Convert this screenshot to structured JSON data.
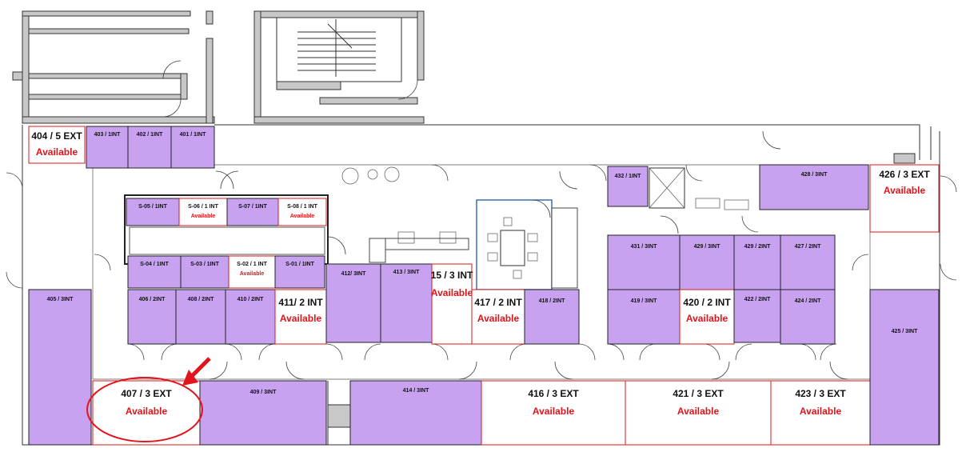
{
  "colors": {
    "occupied": "#c8a2f0",
    "available_outline": "#d81818",
    "available_text": "#e0141a",
    "highlight": "#e0141a"
  },
  "rooms": [
    {
      "label": "404 / 5 EXT",
      "status": "Available"
    },
    {
      "label": "403 / 1INT",
      "status": ""
    },
    {
      "label": "402 / 1INT",
      "status": ""
    },
    {
      "label": "401 / 1INT",
      "status": ""
    },
    {
      "label": "S-05 / 1INT",
      "status": ""
    },
    {
      "label": "S-06 / 1 INT",
      "status": "Available"
    },
    {
      "label": "S-07 / 1INT",
      "status": ""
    },
    {
      "label": "S-08 / 1 INT",
      "status": "Available"
    },
    {
      "label": "S-04 / 1INT",
      "status": ""
    },
    {
      "label": "S-03 / 1INT",
      "status": ""
    },
    {
      "label": "S-02 / 1 INT",
      "status": "Available"
    },
    {
      "label": "S-01 / 1INT",
      "status": ""
    },
    {
      "label": "406 / 2INT",
      "status": ""
    },
    {
      "label": "408 / 2INT",
      "status": ""
    },
    {
      "label": "410 / 2INT",
      "status": ""
    },
    {
      "label": "411/ 2 INT",
      "status": "Available"
    },
    {
      "label": "412/ 3INT",
      "status": ""
    },
    {
      "label": "413 / 3INT",
      "status": ""
    },
    {
      "label": "15 / 3 INT",
      "status": "Available"
    },
    {
      "label": "417 / 2 INT",
      "status": "Available"
    },
    {
      "label": "418 / 2INT",
      "status": ""
    },
    {
      "label": "405 / 3INT",
      "status": ""
    },
    {
      "label": "407 / 3 EXT",
      "status": "Available"
    },
    {
      "label": "409 / 3INT",
      "status": ""
    },
    {
      "label": "414 / 3INT",
      "status": ""
    },
    {
      "label": "416 / 3 EXT",
      "status": "Available"
    },
    {
      "label": "421 / 3 EXT",
      "status": "Available"
    },
    {
      "label": "423 / 3 EXT",
      "status": "Available"
    },
    {
      "label": "432 / 1INT",
      "status": ""
    },
    {
      "label": "428 / 3INT",
      "status": ""
    },
    {
      "label": "426 / 3 EXT",
      "status": "Available"
    },
    {
      "label": "431 / 3INT",
      "status": ""
    },
    {
      "label": "429 / 3INT",
      "status": ""
    },
    {
      "label": "429 / 2INT",
      "status": ""
    },
    {
      "label": "427 / 2INT",
      "status": ""
    },
    {
      "label": "419 / 3INT",
      "status": ""
    },
    {
      "label": "420 / 2 INT",
      "status": "Available"
    },
    {
      "label": "422 / 2INT",
      "status": ""
    },
    {
      "label": "424 / 2INT",
      "status": ""
    },
    {
      "label": "425 / 3INT",
      "status": ""
    }
  ]
}
